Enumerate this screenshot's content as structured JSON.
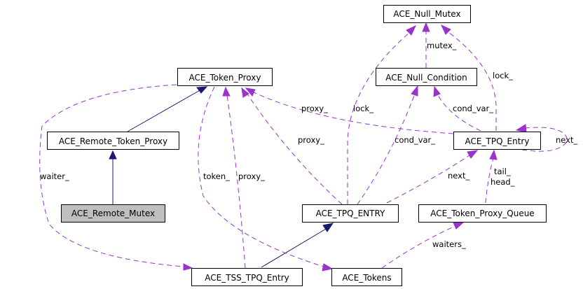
{
  "diagram": {
    "title": "Collaboration diagram for ACE_Remote_Mutex",
    "colors": {
      "inheritance_edge": "#191970",
      "usage_edge": "#9a32cd",
      "focus_node_fill": "#bfbfbf",
      "node_fill": "#ffffff",
      "node_border": "#000000"
    },
    "nodes": {
      "null_mutex": {
        "label": "ACE_Null_Mutex"
      },
      "null_condition": {
        "label": "ACE_Null_Condition"
      },
      "token_proxy": {
        "label": "ACE_Token_Proxy"
      },
      "remote_token_proxy": {
        "label": "ACE_Remote_Token_Proxy"
      },
      "remote_mutex": {
        "label": "ACE_Remote_Mutex",
        "focus": true
      },
      "tpq_entry": {
        "label": "ACE_TPQ_Entry"
      },
      "tpq_entry_upper": {
        "label": "ACE_TPQ_ENTRY"
      },
      "token_proxy_queue": {
        "label": "ACE_Token_Proxy_Queue"
      },
      "tss_tpq_entry": {
        "label": "ACE_TSS_TPQ_Entry"
      },
      "tokens": {
        "label": "ACE_Tokens"
      }
    },
    "edges": [
      {
        "from": "ACE_Remote_Token_Proxy",
        "to": "ACE_Token_Proxy",
        "kind": "inheritance",
        "label": ""
      },
      {
        "from": "ACE_Remote_Mutex",
        "to": "ACE_Remote_Token_Proxy",
        "kind": "inheritance",
        "label": ""
      },
      {
        "from": "ACE_TSS_TPQ_Entry",
        "to": "ACE_TPQ_ENTRY",
        "kind": "inheritance",
        "label": ""
      },
      {
        "from": "ACE_Null_Condition",
        "to": "ACE_Null_Mutex",
        "kind": "usage",
        "label": "mutex_"
      },
      {
        "from": "ACE_TPQ_Entry",
        "to": "ACE_Null_Mutex",
        "kind": "usage",
        "label": "lock_"
      },
      {
        "from": "ACE_TPQ_ENTRY",
        "to": "ACE_Null_Mutex",
        "kind": "usage",
        "label": "lock_"
      },
      {
        "from": "ACE_TPQ_Entry",
        "to": "ACE_Null_Condition",
        "kind": "usage",
        "label": "cond_var_"
      },
      {
        "from": "ACE_TPQ_ENTRY",
        "to": "ACE_Null_Condition",
        "kind": "usage",
        "label": "cond_var_"
      },
      {
        "from": "ACE_TPQ_Entry",
        "to": "ACE_Token_Proxy",
        "kind": "usage",
        "label": "proxy_"
      },
      {
        "from": "ACE_TPQ_ENTRY",
        "to": "ACE_Token_Proxy",
        "kind": "usage",
        "label": "proxy_"
      },
      {
        "from": "ACE_TSS_TPQ_Entry",
        "to": "ACE_Token_Proxy",
        "kind": "usage",
        "label": "proxy_"
      },
      {
        "from": "ACE_TPQ_Entry",
        "to": "ACE_TPQ_Entry",
        "kind": "usage",
        "label": "next_"
      },
      {
        "from": "ACE_TPQ_ENTRY",
        "to": "ACE_TPQ_Entry",
        "kind": "usage",
        "label": "next_"
      },
      {
        "from": "ACE_Token_Proxy_Queue",
        "to": "ACE_TPQ_Entry",
        "kind": "usage",
        "label": "tail_\nhead_"
      },
      {
        "from": "ACE_Tokens",
        "to": "ACE_Token_Proxy_Queue",
        "kind": "usage",
        "label": "waiters_"
      },
      {
        "from": "ACE_Token_Proxy",
        "to": "ACE_TSS_TPQ_Entry",
        "kind": "usage",
        "label": "waiter_"
      },
      {
        "from": "ACE_Token_Proxy",
        "to": "ACE_Tokens",
        "kind": "usage",
        "label": "token_"
      }
    ],
    "edge_labels": {
      "mutex": "mutex_",
      "lock_a": "lock_",
      "lock_b": "lock_",
      "cond_var_a": "cond_var_",
      "cond_var_b": "cond_var_",
      "proxy_a": "proxy_",
      "proxy_b": "proxy_",
      "proxy_c": "proxy_",
      "next_self": "next_",
      "next_b": "next_",
      "tail": "tail_",
      "head": "head_",
      "waiters": "waiters_",
      "waiter": "waiter_",
      "token": "token_"
    }
  }
}
